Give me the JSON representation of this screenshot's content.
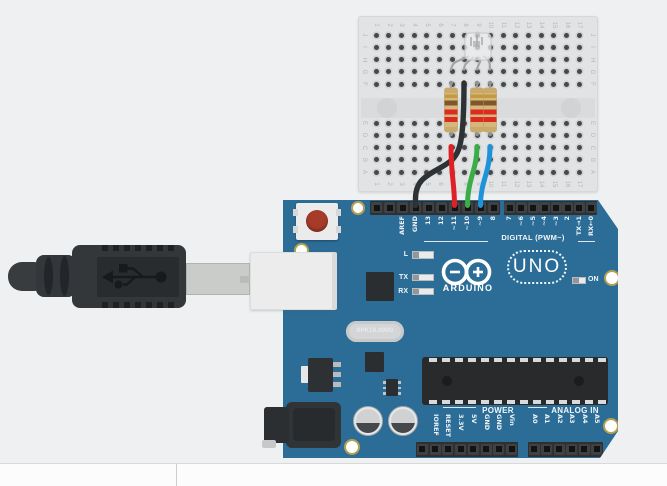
{
  "app": {
    "name": "circuit workspace",
    "background": "#eef0f1"
  },
  "breadboard": {
    "column_labels": [
      "1",
      "2",
      "3",
      "4",
      "5",
      "6",
      "7",
      "8",
      "9",
      "10",
      "11",
      "12",
      "13",
      "14",
      "15",
      "16",
      "17"
    ],
    "row_labels_upper": [
      "J",
      "I",
      "H",
      "G",
      "F"
    ],
    "row_labels_lower": [
      "E",
      "D",
      "C",
      "B",
      "A"
    ]
  },
  "arduino": {
    "board_color": "#2b6d97",
    "digital_left_labels": [
      "AREF",
      "GND",
      "13",
      "12",
      "~11",
      "~10",
      "~9",
      "8"
    ],
    "digital_right_labels": [
      "7",
      "~6",
      "~5",
      "~4",
      "~3",
      "2",
      "TX→1",
      "RX←0"
    ],
    "digital_caption": "DIGITAL (PWM~)",
    "power_caption": "POWER",
    "power_labels": [
      "IOREF",
      "RESET",
      "3.3V",
      "5V",
      "GND",
      "GND",
      "Vin"
    ],
    "analog_caption": "ANALOG IN",
    "analog_labels": [
      "A0",
      "A1",
      "A2",
      "A3",
      "A4",
      "A5"
    ],
    "led_l_label": "L",
    "led_tx_label": "TX",
    "led_rx_label": "RX",
    "on_label": "ON",
    "brand": "ARDUINO",
    "model": "UNO",
    "crystal_label": "SPK16.000G"
  },
  "components": {
    "rgb_led": {
      "type": "RGB LED",
      "breadboard_pins": [
        "G7",
        "G8",
        "G9",
        "G10"
      ]
    },
    "resistors": [
      {
        "bands_top_to_bottom": [
          "gold",
          "brown",
          "red",
          "red"
        ],
        "from": "F7",
        "to": "D7"
      },
      {
        "bands_top_to_bottom": [
          "gold",
          "brown",
          "red",
          "red"
        ],
        "from": "F9",
        "to": "D9"
      },
      {
        "bands_top_to_bottom": [
          "gold",
          "brown",
          "red",
          "red"
        ],
        "from": "F10",
        "to": "D10"
      }
    ],
    "wires": [
      {
        "color": "black",
        "hex": "#2f3235",
        "from": "breadboard F8",
        "to": "GND"
      },
      {
        "color": "red",
        "hex": "#df2127",
        "from": "breadboard C7",
        "to": "~11"
      },
      {
        "color": "green",
        "hex": "#3bad48",
        "from": "breadboard C9",
        "to": "~10"
      },
      {
        "color": "blue",
        "hex": "#1f93da",
        "from": "breadboard C10",
        "to": "~9"
      }
    ],
    "usb_cable": {
      "type": "USB cable"
    }
  }
}
